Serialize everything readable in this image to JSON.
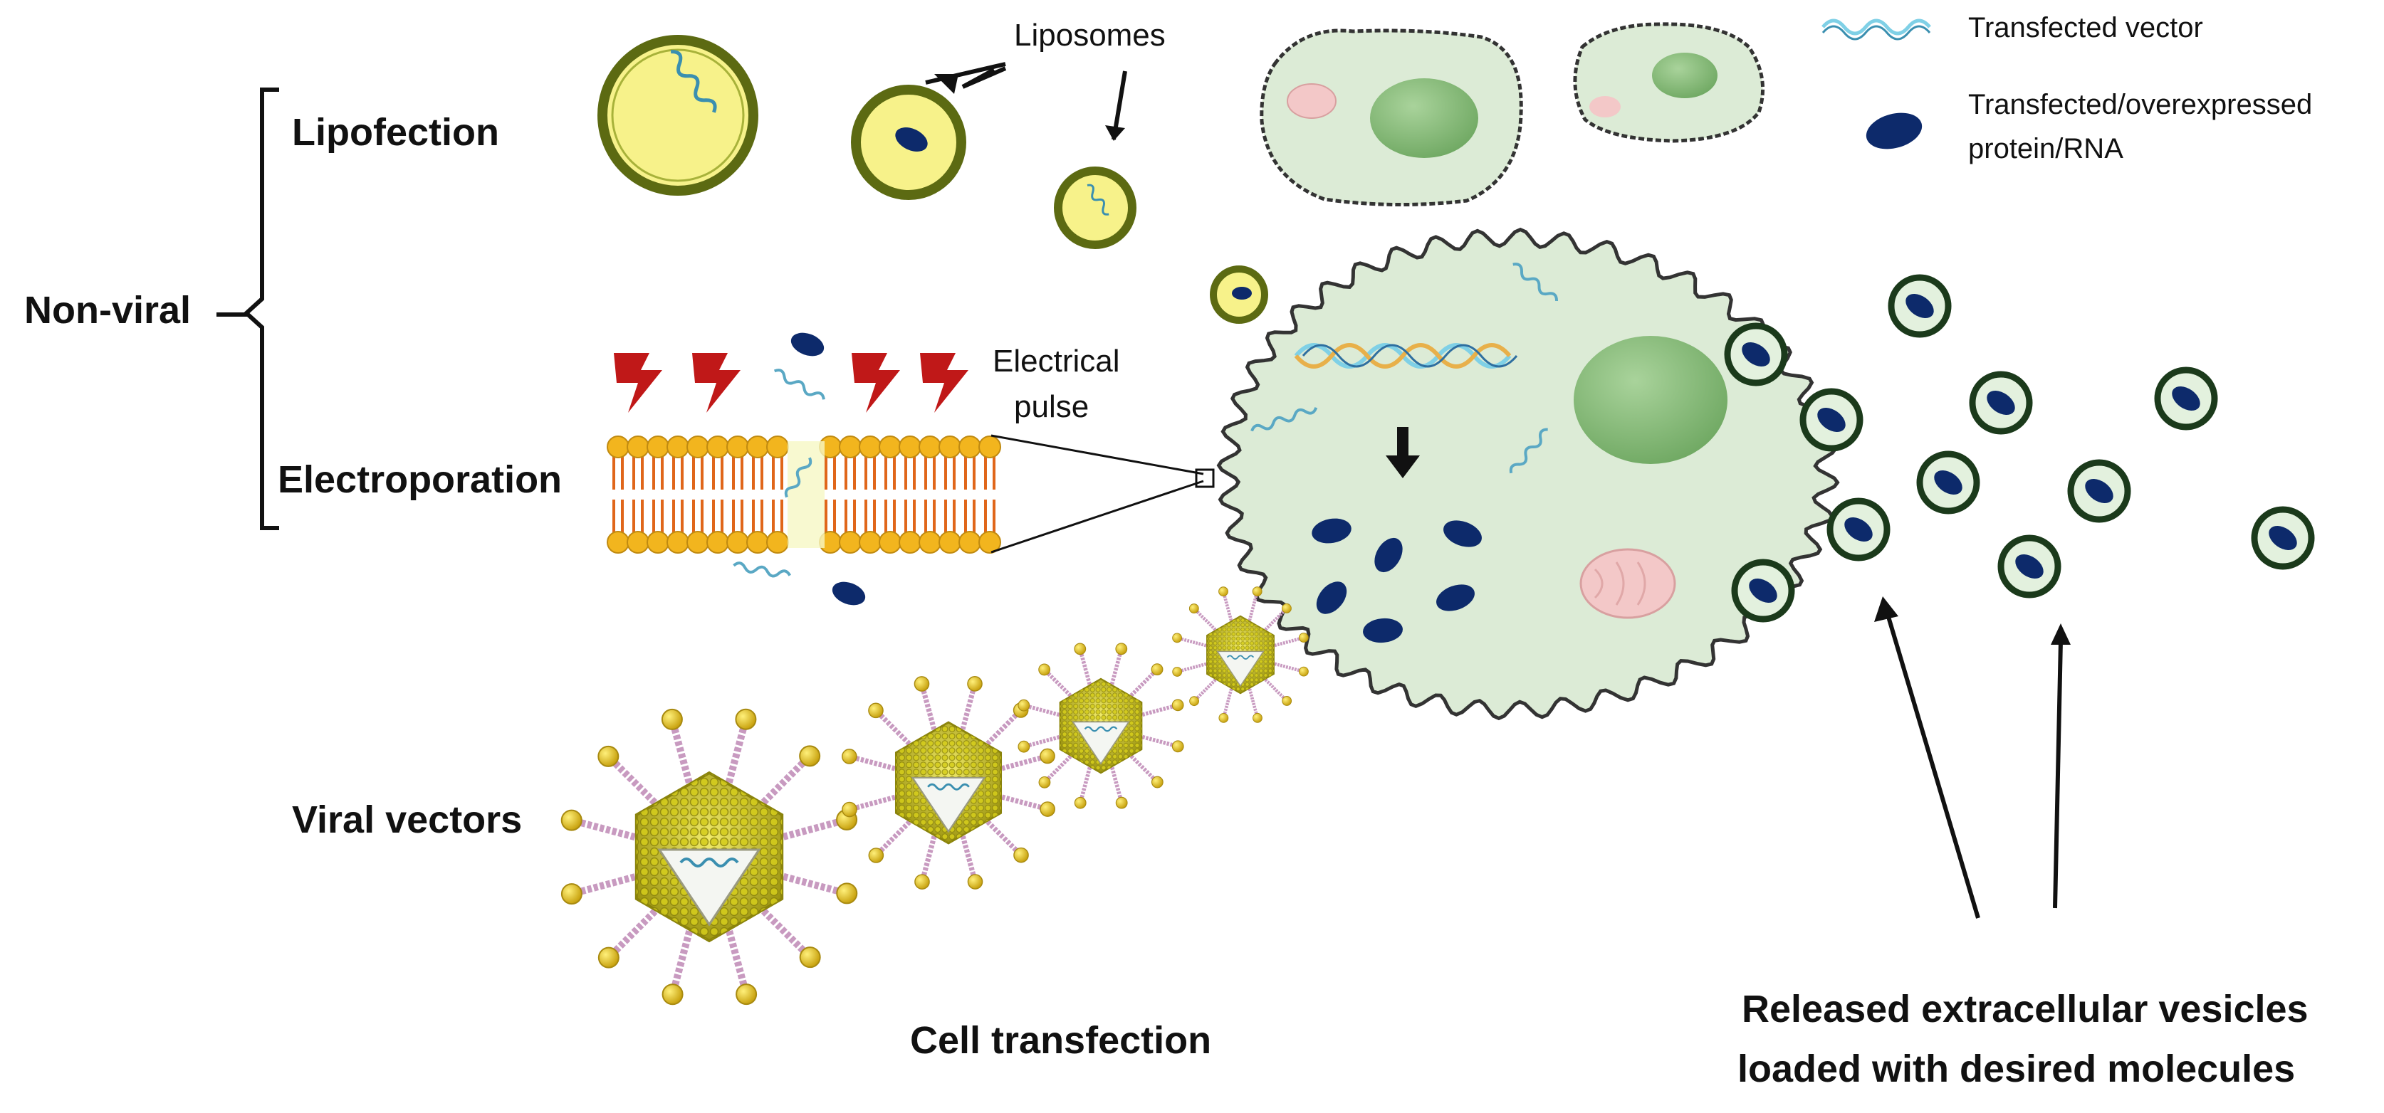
{
  "labels": {
    "non_viral": "Non-viral",
    "lipofection": "Lipofection",
    "electroporation": "Electroporation",
    "viral_vectors": "Viral vectors",
    "liposomes": "Liposomes",
    "electrical_pulse_line1": "Electrical",
    "electrical_pulse_line2": "pulse",
    "cell_transfection": "Cell transfection",
    "released_line1": "Released extracellular vesicles",
    "released_line2": "loaded with desired molecules"
  },
  "legend": {
    "vector": "Transfected vector",
    "protein_line1": "Transfected/overexpressed",
    "protein_line2": "protein/RNA"
  },
  "colors": {
    "liposome_fill": "#f7f28a",
    "liposome_ring": "#5c6a12",
    "cell_fill": "#dcebd6",
    "nucleus": "#8fc080",
    "protein": "#0d2a6b",
    "vesicle_fill": "#e3f1de",
    "vesicle_ring": "#1b3a1b",
    "pulse": "#c01818",
    "lipid_head": "#f2b51e",
    "lipid_tail": "#e0661a",
    "dna_a": "#7fd0e6",
    "dna_b": "#e8b04a",
    "mito": "#f3c8c8",
    "capsid": "#c6be10",
    "spike": "#c89ac0"
  }
}
